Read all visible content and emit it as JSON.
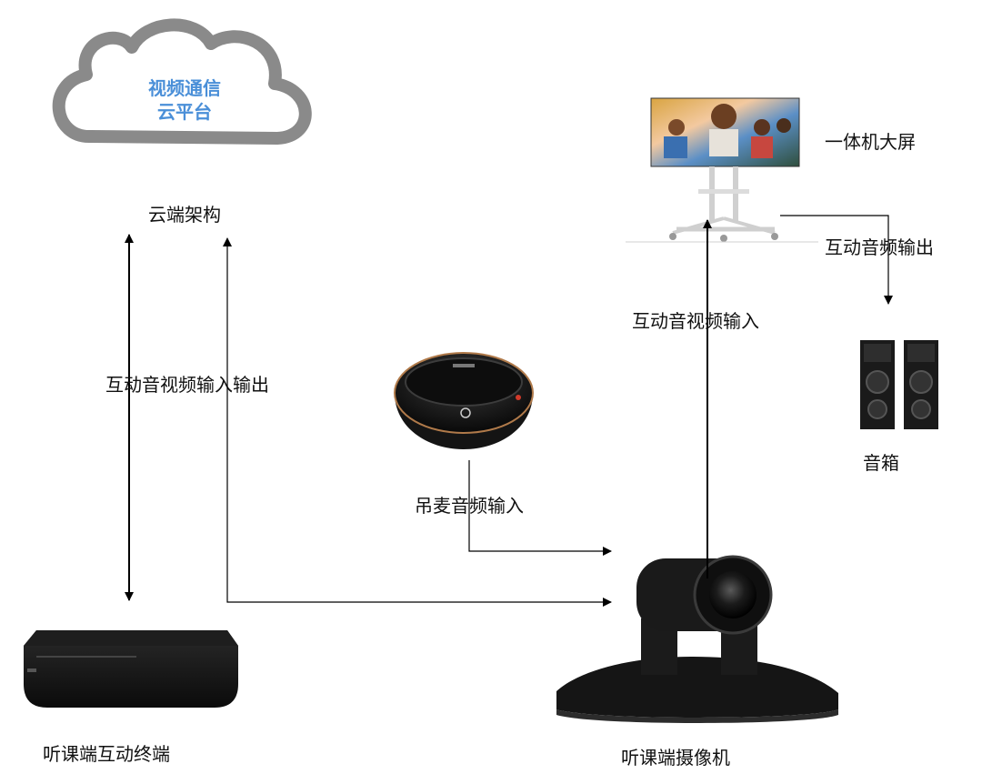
{
  "cloud": {
    "line1": "视频通信",
    "line2": "云平台",
    "caption": "云端架构",
    "text_color": "#4a8fd8",
    "outline_color": "#8a8a8a"
  },
  "devices": {
    "screen": "一体机大屏",
    "speakers": "音箱",
    "mic": "吊麦音频输入",
    "terminal": "听课端互动终端",
    "camera": "听课端摄像机"
  },
  "flows": {
    "cloud_terminal": "互动音视频输入输出",
    "camera_to_screen": "互动音视频输入",
    "screen_to_speakers": "互动音频输出"
  },
  "icons": [
    "cloud-icon",
    "display-screen-icon",
    "speaker-icon",
    "microphone-icon",
    "set-top-box-icon",
    "ptz-camera-icon"
  ]
}
